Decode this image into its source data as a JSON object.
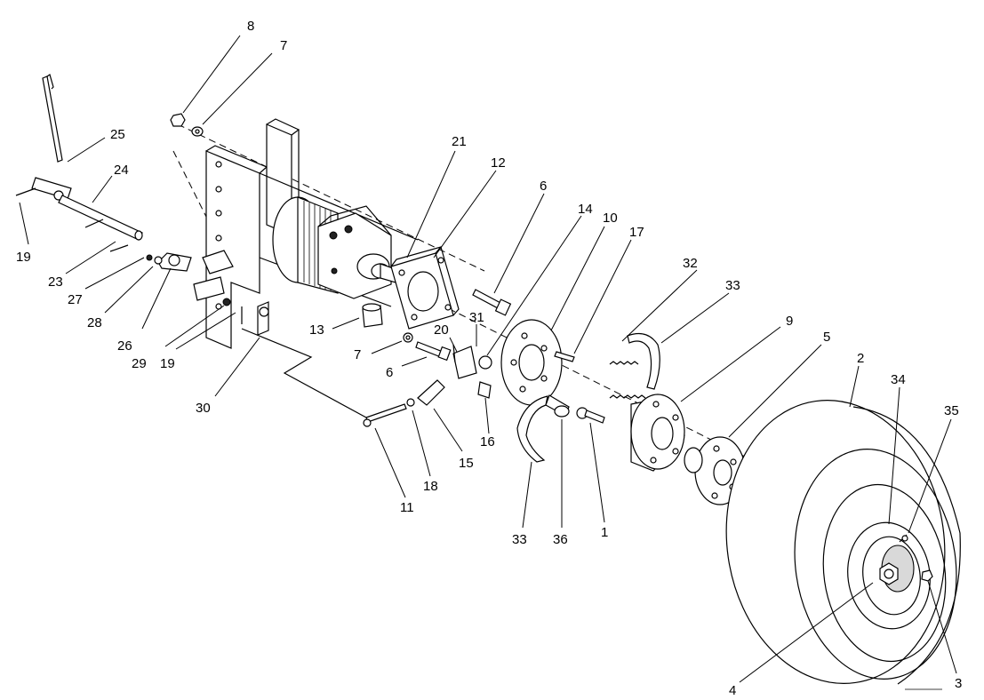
{
  "diagram": {
    "callouts": [
      {
        "id": "c8",
        "label": "8"
      },
      {
        "id": "c7a",
        "label": "7"
      },
      {
        "id": "c25",
        "label": "25"
      },
      {
        "id": "c24",
        "label": "24"
      },
      {
        "id": "c19a",
        "label": "19"
      },
      {
        "id": "c23",
        "label": "23"
      },
      {
        "id": "c27",
        "label": "27"
      },
      {
        "id": "c28",
        "label": "28"
      },
      {
        "id": "c26",
        "label": "26"
      },
      {
        "id": "c29",
        "label": "29"
      },
      {
        "id": "c19b",
        "label": "19"
      },
      {
        "id": "c30",
        "label": "30"
      },
      {
        "id": "c21",
        "label": "21"
      },
      {
        "id": "c12",
        "label": "12"
      },
      {
        "id": "c6a",
        "label": "6"
      },
      {
        "id": "c14",
        "label": "14"
      },
      {
        "id": "c10",
        "label": "10"
      },
      {
        "id": "c17",
        "label": "17"
      },
      {
        "id": "c32",
        "label": "32"
      },
      {
        "id": "c33a",
        "label": "33"
      },
      {
        "id": "c9",
        "label": "9"
      },
      {
        "id": "c5",
        "label": "5"
      },
      {
        "id": "c2",
        "label": "2"
      },
      {
        "id": "c34",
        "label": "34"
      },
      {
        "id": "c35",
        "label": "35"
      },
      {
        "id": "c13",
        "label": "13"
      },
      {
        "id": "c31",
        "label": "31"
      },
      {
        "id": "c20",
        "label": "20"
      },
      {
        "id": "c7b",
        "label": "7"
      },
      {
        "id": "c6b",
        "label": "6"
      },
      {
        "id": "c16",
        "label": "16"
      },
      {
        "id": "c15",
        "label": "15"
      },
      {
        "id": "c18",
        "label": "18"
      },
      {
        "id": "c11",
        "label": "11"
      },
      {
        "id": "c33b",
        "label": "33"
      },
      {
        "id": "c36",
        "label": "36"
      },
      {
        "id": "c1",
        "label": "1"
      },
      {
        "id": "c4",
        "label": "4"
      },
      {
        "id": "c3",
        "label": "3"
      }
    ]
  }
}
